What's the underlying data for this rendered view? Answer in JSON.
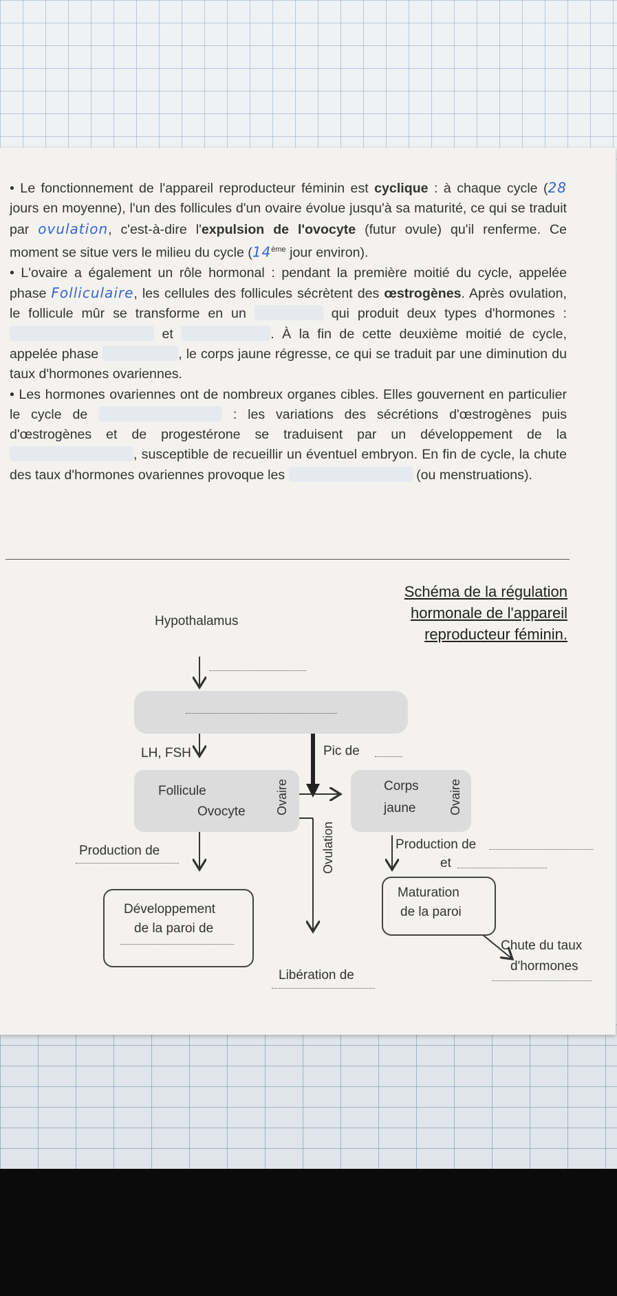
{
  "paragraph1": {
    "t1": "• Le fonctionnement de l'appareil reproducteur féminin est ",
    "b1": "cyclique",
    "t2": " : à chaque cycle (",
    "hw_days": "28",
    "t3": " jours en moyenne), l'un des follicules d'un ovaire évolue jusqu'à sa maturité, ce qui se traduit par ",
    "hw_ovulation": "ovulation",
    "t4": ", c'est-à-dire l'",
    "b2": "expulsion de l'ovocyte",
    "t5": " (futur ovule) qu'il renferme. Ce moment se situe vers le milieu du cycle (",
    "hw_day": "14",
    "sup": "ème",
    "t6": " jour environ)."
  },
  "paragraph2": {
    "t1": "• L'ovaire a également un rôle hormonal : pendant la première moitié du cycle, appelée phase ",
    "hw_phase": "Folliculaire",
    "t2": ", les cellules des follicules sécrètent des ",
    "b1": "œstrogènes",
    "t3": ". Après ovulation, le follicule mûr se transforme en un",
    "t4": "qui produit deux types d'hormones :",
    "t5": "et",
    "t6": ".",
    "t7": "À la fin de cette deuxième moitié de cycle, appelée phase",
    "t8": ", le corps jaune régresse, ce qui se traduit par une diminution du taux d'hormones ovariennes."
  },
  "paragraph3": {
    "t1": "• Les hormones ovariennes ont de nombreux organes cibles. Elles gouvernent en particulier le cycle de",
    "t2": ": les variations des sécrétions d'œstrogènes puis d'œstrogènes et de progestérone se traduisent par un développement de la",
    "t3": ", susceptible de recueillir un éventuel embryon. En fin de cycle, la chute des taux d'hormones ovariennes provoque les",
    "t4": "(ou menstruations)."
  },
  "diagram": {
    "title_line1": "Schéma de la régulation",
    "title_line2": "hormonale de l'appareil",
    "title_line3": "reproducteur féminin.",
    "hypothalamus": "Hypothalamus",
    "lh_fsh": "LH, FSH",
    "pic_de": "Pic de",
    "follicule": "Follicule",
    "ovocyte": "Ovocyte",
    "ovaire_left": "Ovaire",
    "ovaire_right": "Ovaire",
    "corps": "Corps",
    "jaune": "jaune",
    "ovulation": "Ovulation",
    "production_de_left": "Production de",
    "production_de_right": "Production de",
    "et": "et",
    "developpement": "Développement",
    "de_la_paroi_de": "de la paroi de",
    "maturation": "Maturation",
    "de_la_paroi": "de la paroi",
    "chute_du_taux": "Chute du taux",
    "dhormones": "d'hormones",
    "liberation_de": "Libération de"
  }
}
